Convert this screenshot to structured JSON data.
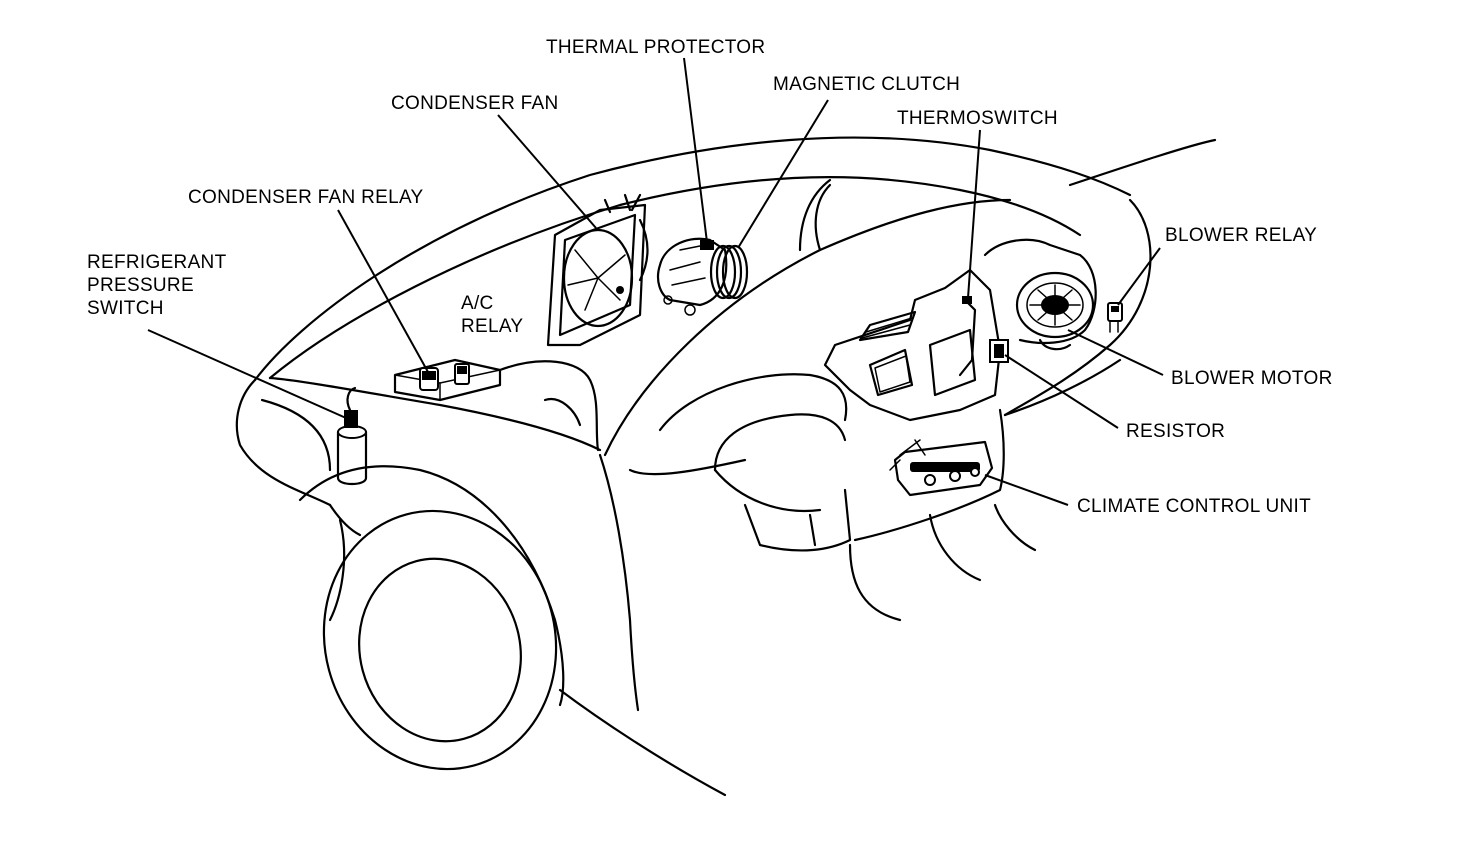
{
  "labels": {
    "thermal_protector": "THERMAL PROTECTOR",
    "magnetic_clutch": "MAGNETIC CLUTCH",
    "condenser_fan": "CONDENSER FAN",
    "thermoswitch": "THERMOSWITCH",
    "condenser_fan_relay": "CONDENSER FAN RELAY",
    "blower_relay": "BLOWER RELAY",
    "refrigerant_pressure_switch": [
      "REFRIGERANT",
      "PRESSURE",
      "SWITCH"
    ],
    "ac_relay": [
      "A/C",
      "RELAY"
    ],
    "blower_motor": "BLOWER MOTOR",
    "resistor": "RESISTOR",
    "climate_control_unit": "CLIMATE CONTROL UNIT"
  }
}
